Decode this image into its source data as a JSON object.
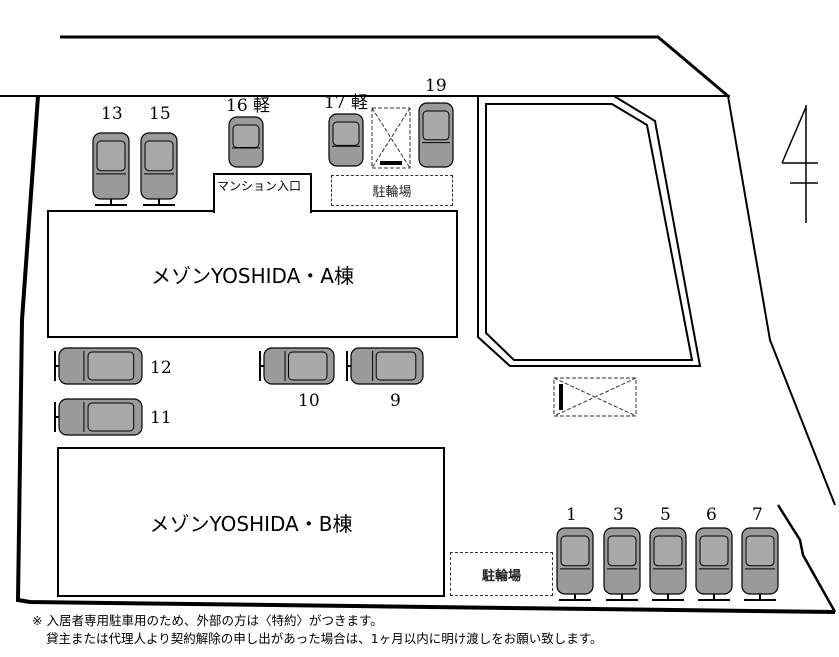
{
  "buildings": {
    "a": "メゾンYOSHIDA・A棟",
    "b": "メゾンYOSHIDA・B棟"
  },
  "entrance": "マンション入口",
  "bicycle_parking": "駐輪場",
  "slots": {
    "s1": "1",
    "s3": "3",
    "s5": "5",
    "s6": "6",
    "s7": "7",
    "s9": "9",
    "s10": "10",
    "s11": "11",
    "s12": "12",
    "s13": "13",
    "s15": "15",
    "s16": "16 軽",
    "s17": "17 軽",
    "s19": "19"
  },
  "notes": [
    "※ 入居者専用駐車用のため、外部の方は〈特約〉がつきます。",
    "貸主または代理人より契約解除の申し出があった場合は、1ヶ月以内に明け渡しをお願い致します。"
  ]
}
